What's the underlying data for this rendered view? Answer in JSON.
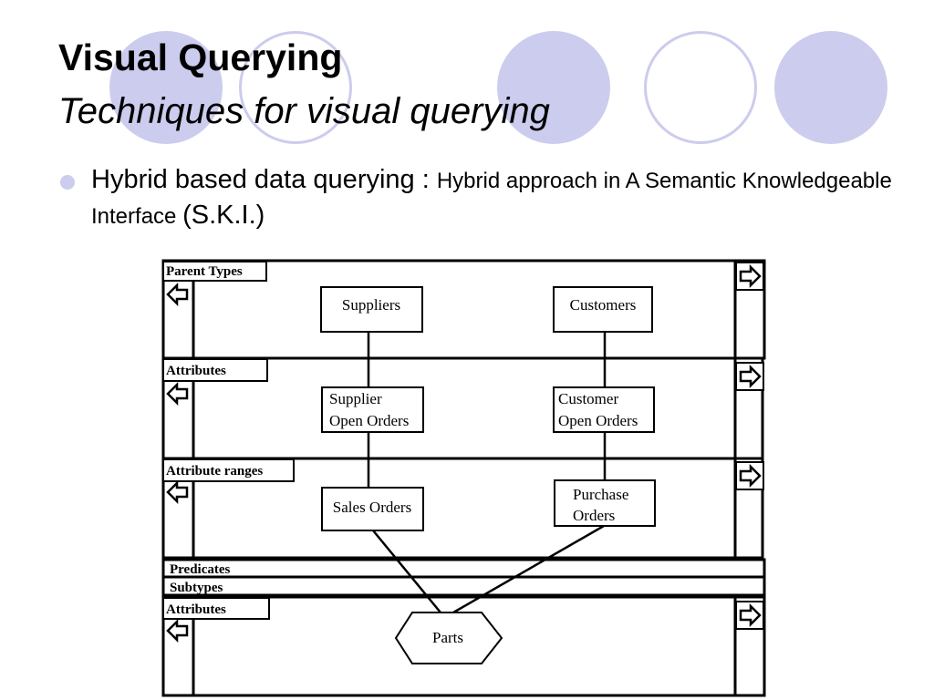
{
  "slide": {
    "title": "Visual Querying",
    "subtitle": "Techniques for visual querying",
    "accent_fill": "#ccccee",
    "accent_ring": "#ccccee"
  },
  "bullet": {
    "lead": "Hybrid based data querying : ",
    "desc": "Hybrid approach in A Semantic Knowledgeable Interface ",
    "abbr": "(S.K.I.)"
  },
  "diagram": {
    "bands": [
      {
        "label": "Parent Types"
      },
      {
        "label": "Attributes"
      },
      {
        "label": "Attribute ranges"
      },
      {
        "label": "Predicates"
      },
      {
        "label": "Subtypes"
      },
      {
        "label": "Attributes"
      }
    ],
    "nodes": {
      "suppliers": "Suppliers",
      "customers": "Customers",
      "supplier_open_orders": [
        "Supplier",
        "Open Orders"
      ],
      "customer_open_orders": [
        "Customer",
        "Open Orders"
      ],
      "sales_orders": "Sales Orders",
      "purchase_orders": [
        "Purchase",
        "Orders"
      ],
      "parts": "Parts"
    },
    "icons": {
      "nav_right": "arrow-right-icon",
      "nav_left": "arrow-left-icon"
    }
  }
}
